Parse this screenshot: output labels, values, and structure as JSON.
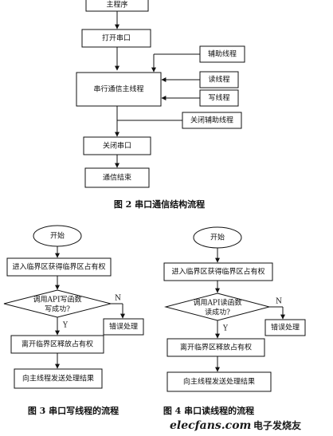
{
  "figure2": {
    "nodes": {
      "main_program": "主程序",
      "open_port": "打开串口",
      "helper_thread": "辅助线程",
      "serial_main_thread": "串行通信主线程",
      "read_thread": "读线程",
      "write_thread": "写线程",
      "close_helper": "关闭辅助线程",
      "close_port": "关闭串口",
      "comm_end": "通信结束"
    },
    "caption": "图 2   串口通信结构流程"
  },
  "figure3": {
    "nodes": {
      "start": "开始",
      "enter_critical": "进入临界区获得临界区占有权",
      "decision_line1": "调用API写函数",
      "decision_line2": "写成功?",
      "branch_no": "N",
      "branch_yes": "Y",
      "error": "错误处理",
      "leave_critical": "离开临界区释放占有权",
      "send_result": "向主线程发送处理结果"
    },
    "caption": "图 3   串口写线程的流程"
  },
  "figure4": {
    "nodes": {
      "start": "开始",
      "enter_critical": "进入临界区获得临界区占有权",
      "decision_line1": "调用API读函数",
      "decision_line2": "读成功?",
      "branch_no": "N",
      "branch_yes": "Y",
      "error": "错误处理",
      "leave_critical": "离开临界区释放占有权",
      "send_result": "向主线程发送处理结果"
    },
    "caption": "图 4   串口读线程的流程"
  },
  "watermark": {
    "site": "elecfans.com",
    "tagline": "电子发烧友"
  }
}
